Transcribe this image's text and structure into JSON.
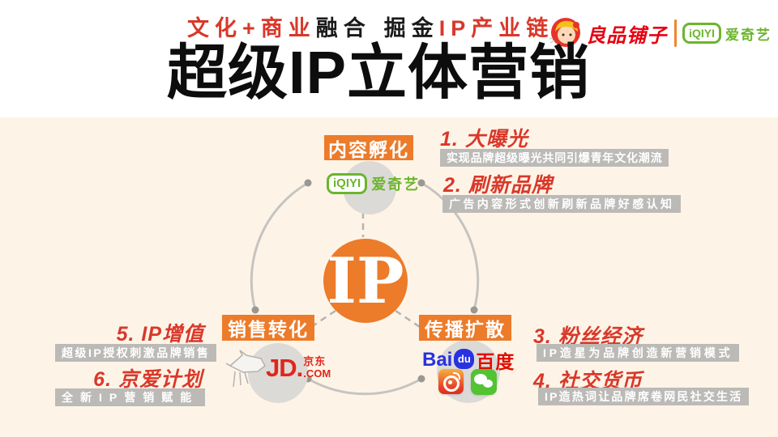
{
  "header": {
    "tagline": {
      "part1": "文化+商业",
      "part2": "融合",
      "part3": "掘金",
      "part4": "IP产业链"
    },
    "title": "超级IP立体营销",
    "brands": {
      "liangpin": "良品铺子",
      "iqiyi_mark": "iQIYI",
      "iqiyi_name": "爱奇艺"
    }
  },
  "diagram": {
    "center": "IP",
    "nodes": {
      "top": {
        "label": "内容孵化",
        "iqiyi_mark": "iQIYI",
        "iqiyi_name": "爱奇艺"
      },
      "left": {
        "label": "销售转化",
        "jd": "JD.",
        "jd_cn": "京东",
        "jd_com": ".COM"
      },
      "right": {
        "label": "传播扩散",
        "bai": "Bai",
        "du": "du",
        "baidu_cn": "百度"
      }
    }
  },
  "annotations": {
    "a1": {
      "num": "1.",
      "title": "大曝光",
      "desc": "实现品牌超级曝光共同引爆青年文化潮流"
    },
    "a2": {
      "num": "2.",
      "title": "刷新品牌",
      "desc": "广告内容形式创新刷新品牌好感认知"
    },
    "a3": {
      "num": "3.",
      "title": "粉丝经济",
      "desc": "IP造星为品牌创造新营销模式"
    },
    "a4": {
      "num": "4.",
      "title": "社交货币",
      "desc": "IP造热词让品牌席卷网民社交生活"
    },
    "a5": {
      "num": "5.",
      "title": "IP增值",
      "desc": "超级IP授权刺激品牌销售"
    },
    "a6": {
      "num": "6.",
      "title": "京爱计划",
      "desc": "全新IP营销赋能"
    }
  },
  "colors": {
    "accent_orange": "#ec7b2a",
    "headline_red": "#d9382a",
    "liangpin_red": "#e60012",
    "iqiyi_green": "#6cb52d",
    "baidu_blue": "#2932e1",
    "jd_red": "#e1251b",
    "content_cream": "#fdf4e7",
    "desc_grey": "#bcbab7"
  }
}
